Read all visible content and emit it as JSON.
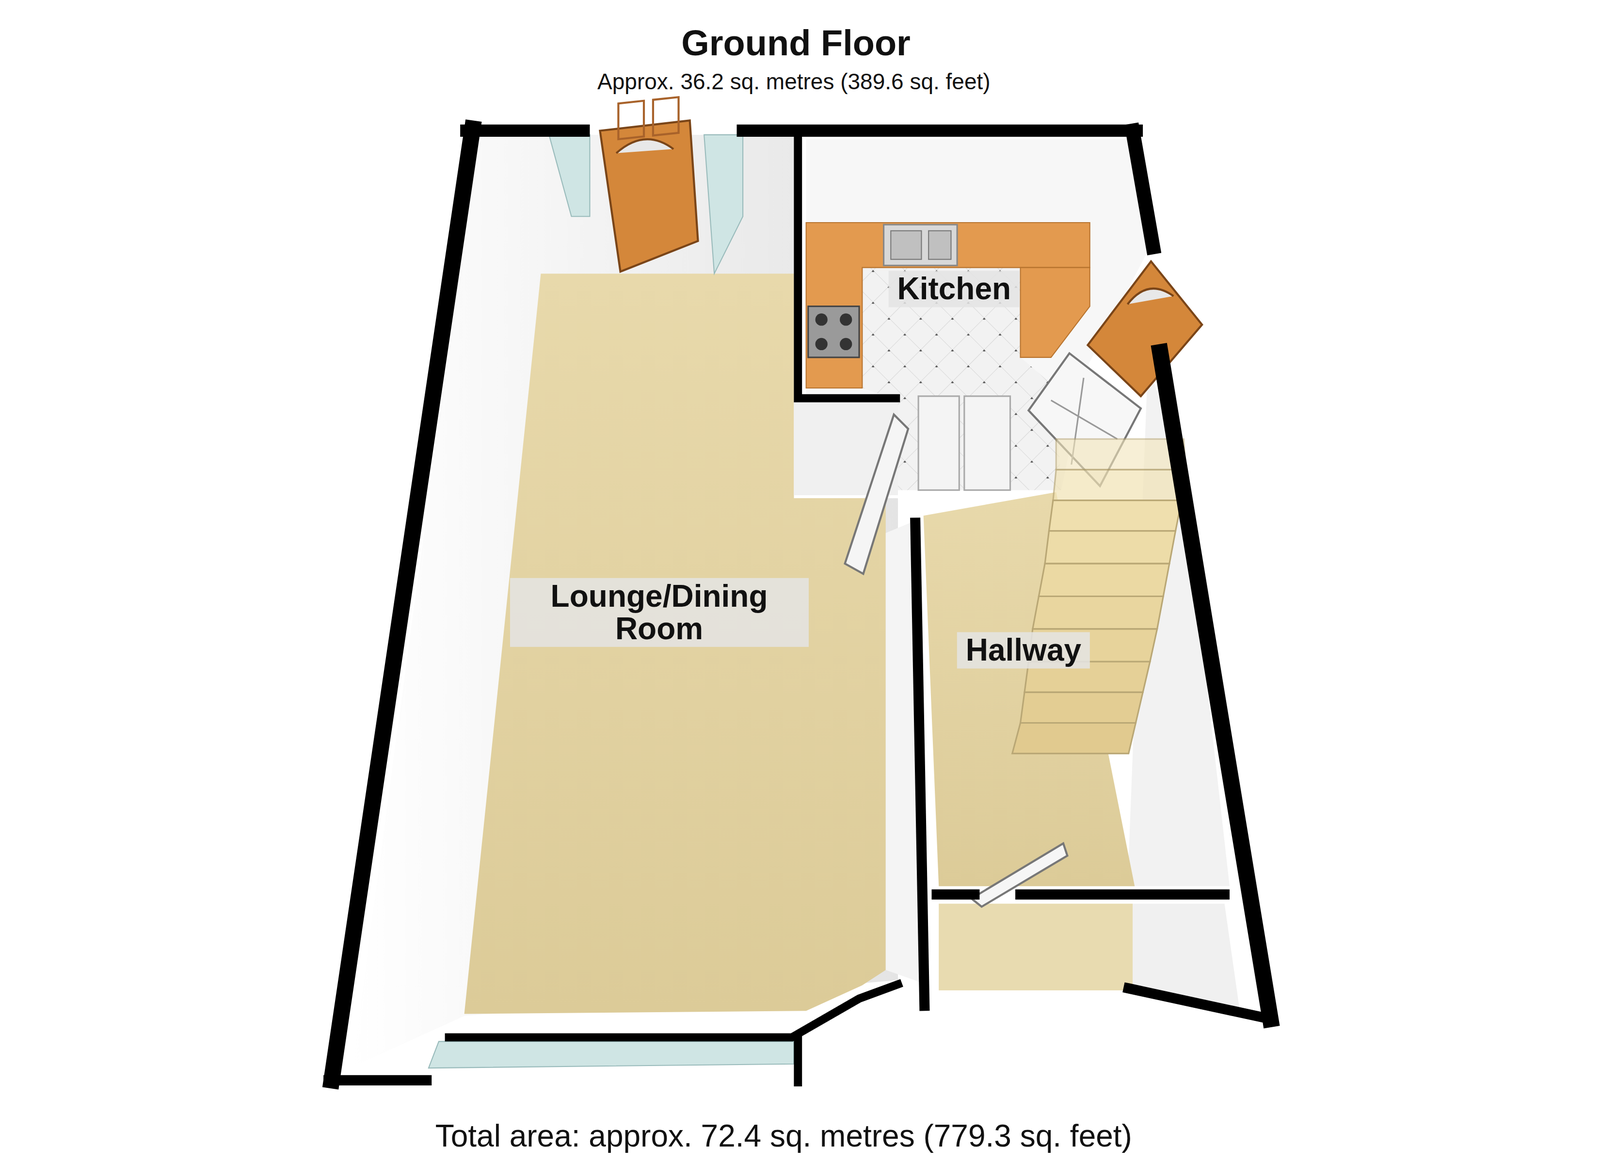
{
  "diagram": {
    "title": "Ground Floor",
    "caption": "Total area: approx. 72.4 sq. metres (779.3 sq. feet)",
    "nodes": [
      {
        "text": [
          "Kitchen"
        ]
      },
      {
        "text": [
          "Lounge/Dining Room"
        ]
      },
      {
        "text": [
          "Hallway"
        ]
      }
    ],
    "labels": [
      "Approx. 36.2 sq. metres (389.6 sq. feet)"
    ]
  }
}
